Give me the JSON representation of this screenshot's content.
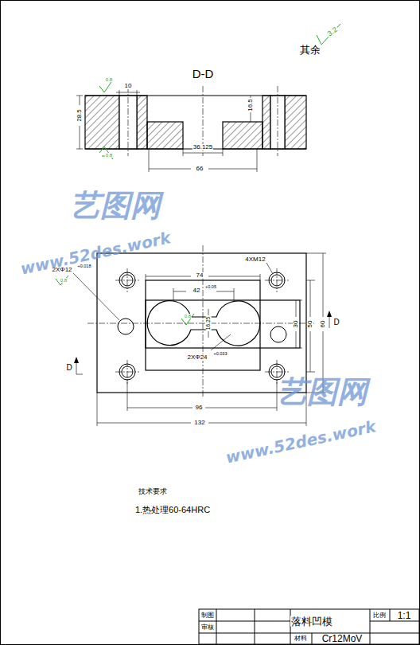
{
  "diagram": {
    "labels": [
      "其余",
      "3.2",
      "D-D",
      "0.8",
      "0.8",
      "10",
      "28.5",
      "16.5",
      "36.125",
      "66",
      "2XΦ12",
      "+0.018",
      "0.8",
      "4XM12",
      "74",
      "42",
      "+0.05",
      "0.8",
      "16.25",
      "2XΦ24",
      "+0.033",
      "30",
      "50",
      "60",
      "D",
      "D",
      "96",
      "132",
      "技术要求",
      "1.热处理60-64HRC",
      "制图",
      "审核",
      "落料凹模",
      "比例",
      "1:1",
      "材料",
      "Cr12MoV",
      "艺图网",
      "www.52des.work",
      "艺图网",
      "www.52des.work"
    ]
  }
}
